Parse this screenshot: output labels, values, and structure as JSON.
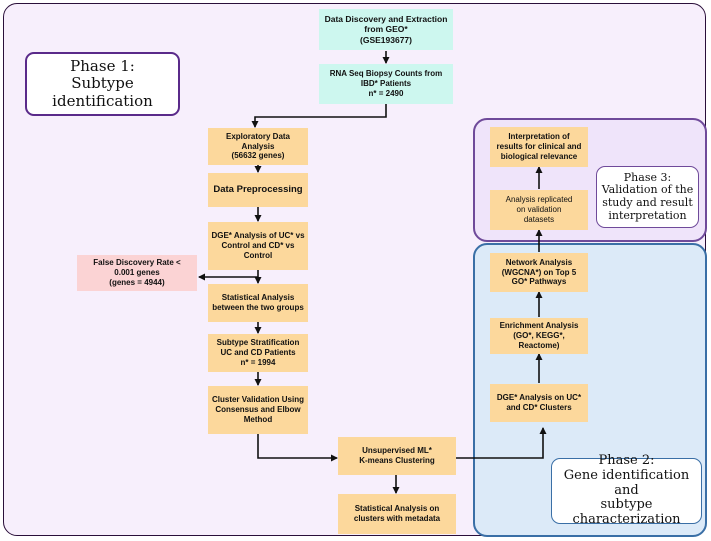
{
  "phase1": {
    "label": "Phase 1:\nSubtype identification"
  },
  "phase2": {
    "label": "Phase 2:\nGene identification and\nsubtype characterization"
  },
  "phase3": {
    "label": "Phase 3:\nValidation of the\nstudy and result\ninterpretation"
  },
  "boxes": {
    "data_discovery": "Data Discovery and Extraction\nfrom GEO*\n(GSE193677)",
    "rna_seq": "RNA Seq Biopsy Counts from\nIBD* Patients\nn* = 2490",
    "eda": "Exploratory Data\nAnalysis\n(56632 genes)",
    "preprocessing": "Data Preprocessing",
    "dge_uc_cd_control": "DGE* Analysis of UC* vs\nControl and CD* vs\nControl",
    "fdr": "False Discovery Rate <\n0.001 genes\n(genes = 4944)",
    "stat_two_groups": "Statistical Analysis\nbetween the two groups",
    "subtype_strat": "Subtype Stratification\nUC and CD Patients\nn* = 1994",
    "cluster_validation": "Cluster Validation Using\nConsensus and Elbow\nMethod",
    "unsupervised": "Unsupervised ML*\nK-means Clustering",
    "stat_clusters": "Statistical Analysis on\nclusters with metadata",
    "dge_clusters": "DGE* Analysis on UC*\nand CD* Clusters",
    "enrichment": "Enrichment Analysis\n(GO*, KEGG*,\nReactome)",
    "network": "Network Analysis\n(WGCNA*) on Top 5\nGO* Pathways",
    "replicated": "Analysis replicated\non validation\ndatasets",
    "interpretation": "Interpretation of\nresults for clinical and\nbiological relevance"
  },
  "colors": {
    "phase1_bg": "#f7effc",
    "phase1_border": "#2a0f3a",
    "phase2_bg": "#dceaf8",
    "phase2_border": "#3a6fa6",
    "phase3_bg": "#efe4fa",
    "phase3_border": "#6f4a9a",
    "process_box": "#fcd89c",
    "source_box": "#cdf7ef",
    "filter_box": "#fbd3d4",
    "arrow": "#111111"
  }
}
